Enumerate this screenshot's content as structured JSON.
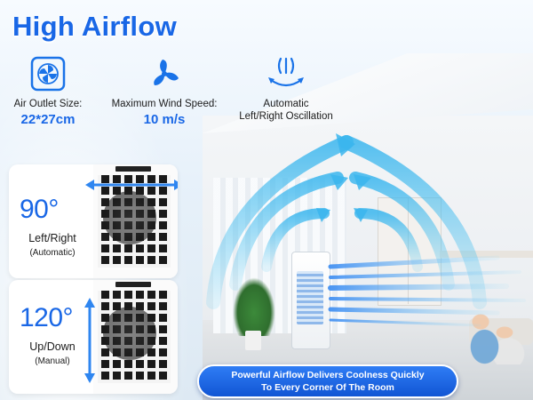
{
  "title": "High Airflow",
  "features": [
    {
      "label": "Air Outlet Size:",
      "value": "22*27cm",
      "icon": "air-outlet-icon"
    },
    {
      "label": "Maximum Wind Speed:",
      "value": "10 m/s",
      "icon": "fan-icon"
    },
    {
      "label_line1": "Automatic",
      "label_line2": "Left/Right Oscillation",
      "icon": "oscillation-icon"
    }
  ],
  "panels": [
    {
      "degree": "90°",
      "direction": "Left/Right",
      "mode": "(Automatic)",
      "arrow_icon": "horizontal-arrow-icon"
    },
    {
      "degree": "120°",
      "direction": "Up/Down",
      "mode": "(Manual)",
      "arrow_icon": "vertical-arrow-icon"
    }
  ],
  "banner": {
    "line1": "Powerful Airflow Delivers Coolness Quickly",
    "line2": "To Every Corner Of The Room"
  },
  "colors": {
    "accent": "#1967e6",
    "banner": "#1a66e6",
    "airflow": "#52c6f0"
  }
}
